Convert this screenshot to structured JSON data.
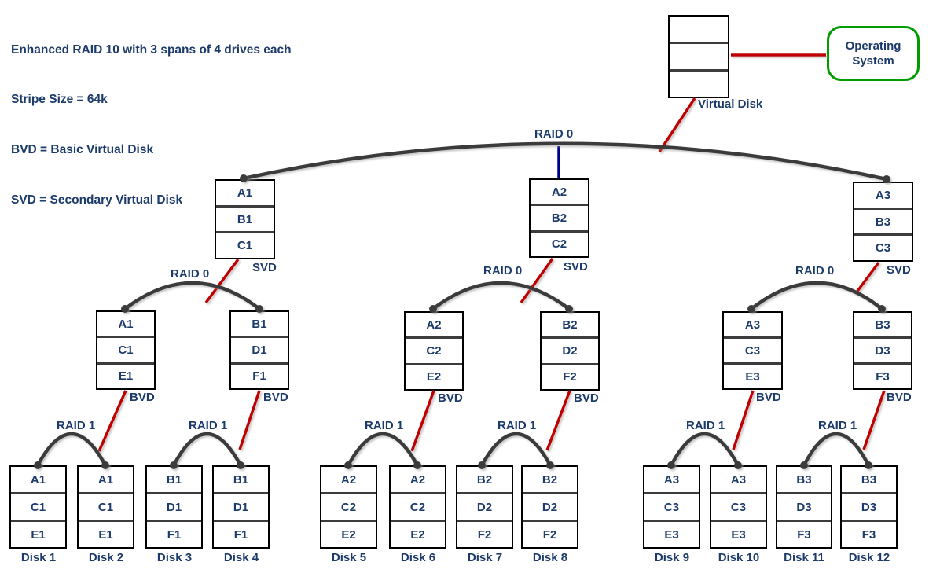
{
  "title_block": {
    "lines": [
      "Enhanced RAID 10 with 3 spans of 4 drives each",
      "Stripe Size = 64k",
      "BVD = Basic Virtual Disk",
      "SVD = Secondary Virtual Disk"
    ]
  },
  "labels": {
    "raid0": "RAID 0",
    "raid1": "RAID 1",
    "svd": "SVD",
    "bvd": "BVD",
    "virtual_disk": "Virtual Disk",
    "operating_system": "Operating System"
  },
  "virtual_disk": {
    "cells": [
      "",
      "",
      ""
    ]
  },
  "spans": [
    {
      "svd_cells": [
        "A1",
        "B1",
        "C1"
      ],
      "bvds": [
        {
          "cells": [
            "A1",
            "C1",
            "E1"
          ]
        },
        {
          "cells": [
            "B1",
            "D1",
            "F1"
          ]
        }
      ],
      "disks": [
        {
          "name": "Disk 1",
          "cells": [
            "A1",
            "C1",
            "E1"
          ]
        },
        {
          "name": "Disk 2",
          "cells": [
            "A1",
            "C1",
            "E1"
          ]
        },
        {
          "name": "Disk 3",
          "cells": [
            "B1",
            "D1",
            "F1"
          ]
        },
        {
          "name": "Disk 4",
          "cells": [
            "B1",
            "D1",
            "F1"
          ]
        }
      ]
    },
    {
      "svd_cells": [
        "A2",
        "B2",
        "C2"
      ],
      "bvds": [
        {
          "cells": [
            "A2",
            "C2",
            "E2"
          ]
        },
        {
          "cells": [
            "B2",
            "D2",
            "F2"
          ]
        }
      ],
      "disks": [
        {
          "name": "Disk 5",
          "cells": [
            "A2",
            "C2",
            "E2"
          ]
        },
        {
          "name": "Disk 6",
          "cells": [
            "A2",
            "C2",
            "E2"
          ]
        },
        {
          "name": "Disk 7",
          "cells": [
            "B2",
            "D2",
            "F2"
          ]
        },
        {
          "name": "Disk 8",
          "cells": [
            "B2",
            "D2",
            "F2"
          ]
        }
      ]
    },
    {
      "svd_cells": [
        "A3",
        "B3",
        "C3"
      ],
      "bvds": [
        {
          "cells": [
            "A3",
            "C3",
            "E3"
          ]
        },
        {
          "cells": [
            "B3",
            "D3",
            "F3"
          ]
        }
      ],
      "disks": [
        {
          "name": "Disk 9",
          "cells": [
            "A3",
            "C3",
            "E3"
          ]
        },
        {
          "name": "Disk 10",
          "cells": [
            "A3",
            "C3",
            "E3"
          ]
        },
        {
          "name": "Disk 11",
          "cells": [
            "B3",
            "D3",
            "F3"
          ]
        },
        {
          "name": "Disk 12",
          "cells": [
            "B3",
            "D3",
            "F3"
          ]
        }
      ]
    }
  ],
  "colors": {
    "text": "#1c3a6a",
    "red_link": "#c00000",
    "dark_wire": "#3a3a3a",
    "blue_link": "#00008b",
    "os_border_green": "#009c00"
  }
}
